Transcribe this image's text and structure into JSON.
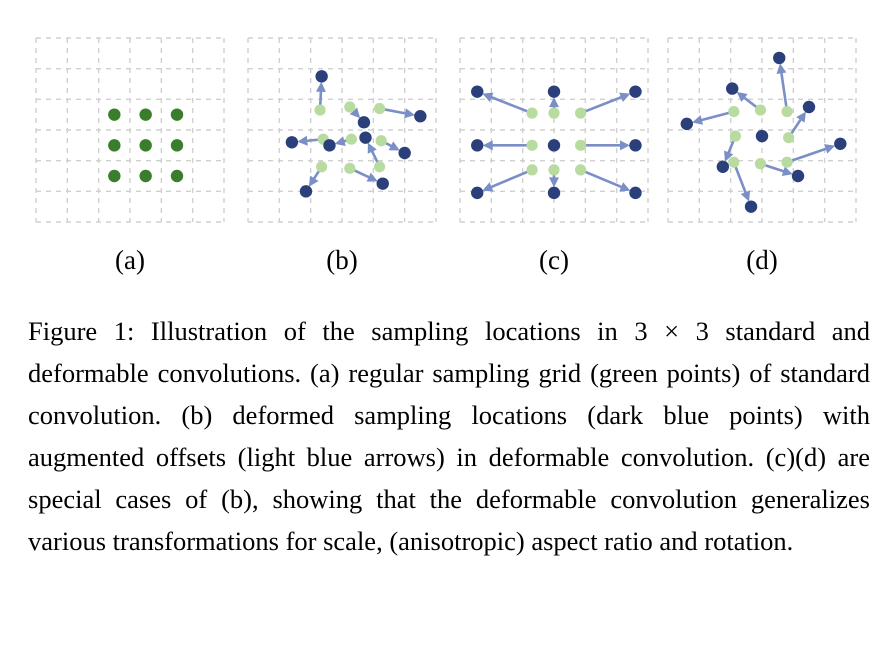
{
  "figure": {
    "number": "Figure 1",
    "caption": "Figure 1:  Illustration of the sampling locations in 3 × 3 standard and deformable convolutions.  (a) regular sampling grid (green points) of standard convolution. (b) deformed sampling locations (dark blue points) with augmented offsets (light blue arrows) in deformable convolution.  (c)(d) are special cases of (b), showing that the deformable convolution generalizes various transformations for scale, (anisotropic) aspect ratio and rotation.",
    "labels": {
      "a": "(a)",
      "b": "(b)",
      "c": "(c)",
      "d": "(d)"
    }
  },
  "colors": {
    "grid_line": "#d0d0d0",
    "green_point_dark": "#3a7d2c",
    "green_point_light": "#b8dba0",
    "blue_point": "#2b3f7a",
    "arrow": "#7b8fc7",
    "arrow_light": "#a8b9de",
    "text": "#000000",
    "background": "#ffffff"
  },
  "chart_data": {
    "type": "scatter",
    "title": "Illustration of the sampling locations in 3 × 3 standard and deformable convolutions",
    "grid": {
      "cols": 6,
      "rows": 6,
      "cell": 31,
      "show": true,
      "style": "dashed"
    },
    "panels": [
      {
        "id": "a",
        "label": "(a)",
        "description": "regular sampling grid (green points) of standard convolution",
        "green_points": [
          {
            "x": 2.5,
            "y": 2.5
          },
          {
            "x": 3.5,
            "y": 2.5
          },
          {
            "x": 4.5,
            "y": 2.5
          },
          {
            "x": 2.5,
            "y": 3.5
          },
          {
            "x": 3.5,
            "y": 3.5
          },
          {
            "x": 4.5,
            "y": 3.5
          },
          {
            "x": 2.5,
            "y": 4.5
          },
          {
            "x": 3.5,
            "y": 4.5
          },
          {
            "x": 4.5,
            "y": 4.5
          }
        ],
        "green_style": "dark",
        "blue_points": [],
        "arrows": []
      },
      {
        "id": "b",
        "label": "(b)",
        "description": "deformed sampling locations (dark blue points) with augmented offsets (light blue arrows) in deformable convolution",
        "green_style": "light",
        "green_points": [
          {
            "x": 2.3,
            "y": 2.35
          },
          {
            "x": 3.25,
            "y": 2.25
          },
          {
            "x": 4.2,
            "y": 2.3
          },
          {
            "x": 2.4,
            "y": 3.3
          },
          {
            "x": 3.3,
            "y": 3.3
          },
          {
            "x": 4.25,
            "y": 3.35
          },
          {
            "x": 2.35,
            "y": 4.2
          },
          {
            "x": 3.25,
            "y": 4.25
          },
          {
            "x": 4.2,
            "y": 4.2
          }
        ],
        "arrows": [
          {
            "x1": 2.3,
            "y1": 2.35,
            "x2": 2.35,
            "y2": 1.25
          },
          {
            "x1": 3.25,
            "y1": 2.25,
            "x2": 3.7,
            "y2": 2.75
          },
          {
            "x1": 4.2,
            "y1": 2.3,
            "x2": 5.5,
            "y2": 2.55
          },
          {
            "x1": 2.4,
            "y1": 3.3,
            "x2": 1.4,
            "y2": 3.4
          },
          {
            "x1": 3.3,
            "y1": 3.3,
            "x2": 2.6,
            "y2": 3.5
          },
          {
            "x1": 4.25,
            "y1": 3.35,
            "x2": 5.0,
            "y2": 3.75
          },
          {
            "x1": 2.35,
            "y1": 4.2,
            "x2": 1.85,
            "y2": 5.0
          },
          {
            "x1": 3.25,
            "y1": 4.25,
            "x2": 4.3,
            "y2": 4.75
          },
          {
            "x1": 4.2,
            "y1": 4.2,
            "x2": 3.75,
            "y2": 3.25
          }
        ],
        "blue_points": [
          {
            "x": 2.35,
            "y": 1.25
          },
          {
            "x": 3.7,
            "y": 2.75
          },
          {
            "x": 5.5,
            "y": 2.55
          },
          {
            "x": 1.4,
            "y": 3.4
          },
          {
            "x": 2.6,
            "y": 3.5
          },
          {
            "x": 5.0,
            "y": 3.75
          },
          {
            "x": 1.85,
            "y": 5.0
          },
          {
            "x": 4.3,
            "y": 4.75
          },
          {
            "x": 3.75,
            "y": 3.25
          }
        ]
      },
      {
        "id": "c",
        "label": "(c)",
        "description": "special case of (b) showing scale / dilation transformation",
        "green_style": "light",
        "green_points": [
          {
            "x": 2.3,
            "y": 2.45
          },
          {
            "x": 3.0,
            "y": 2.45
          },
          {
            "x": 3.85,
            "y": 2.45
          },
          {
            "x": 2.3,
            "y": 3.5
          },
          {
            "x": 3.0,
            "y": 3.5
          },
          {
            "x": 3.85,
            "y": 3.5
          },
          {
            "x": 2.3,
            "y": 4.3
          },
          {
            "x": 3.0,
            "y": 4.3
          },
          {
            "x": 3.85,
            "y": 4.3
          }
        ],
        "arrows": [
          {
            "x1": 2.3,
            "y1": 2.45,
            "x2": 0.55,
            "y2": 1.75
          },
          {
            "x1": 3.0,
            "y1": 2.45,
            "x2": 3.0,
            "y2": 1.75
          },
          {
            "x1": 3.85,
            "y1": 2.45,
            "x2": 5.6,
            "y2": 1.75
          },
          {
            "x1": 2.3,
            "y1": 3.5,
            "x2": 0.55,
            "y2": 3.5
          },
          {
            "x1": 3.85,
            "y1": 3.5,
            "x2": 5.6,
            "y2": 3.5
          },
          {
            "x1": 2.3,
            "y1": 4.3,
            "x2": 0.55,
            "y2": 5.05
          },
          {
            "x1": 3.0,
            "y1": 4.3,
            "x2": 3.0,
            "y2": 5.05
          },
          {
            "x1": 3.85,
            "y1": 4.3,
            "x2": 5.6,
            "y2": 5.05
          }
        ],
        "blue_points": [
          {
            "x": 0.55,
            "y": 1.75
          },
          {
            "x": 3.0,
            "y": 1.75
          },
          {
            "x": 5.6,
            "y": 1.75
          },
          {
            "x": 0.55,
            "y": 3.5
          },
          {
            "x": 3.0,
            "y": 3.5
          },
          {
            "x": 5.6,
            "y": 3.5
          },
          {
            "x": 0.55,
            "y": 5.05
          },
          {
            "x": 3.0,
            "y": 5.05
          },
          {
            "x": 5.6,
            "y": 5.05
          }
        ]
      },
      {
        "id": "d",
        "label": "(d)",
        "description": "special case of (b) showing rotation transformation",
        "green_style": "light",
        "green_points": [
          {
            "x": 2.1,
            "y": 2.4
          },
          {
            "x": 2.95,
            "y": 2.35
          },
          {
            "x": 3.8,
            "y": 2.4
          },
          {
            "x": 2.15,
            "y": 3.2
          },
          {
            "x": 3.0,
            "y": 3.2
          },
          {
            "x": 3.85,
            "y": 3.25
          },
          {
            "x": 2.1,
            "y": 4.05
          },
          {
            "x": 2.95,
            "y": 4.1
          },
          {
            "x": 3.8,
            "y": 4.05
          }
        ],
        "arrows": [
          {
            "x1": 2.1,
            "y1": 2.4,
            "x2": 0.6,
            "y2": 2.8
          },
          {
            "x1": 2.95,
            "y1": 2.35,
            "x2": 2.05,
            "y2": 1.65
          },
          {
            "x1": 3.8,
            "y1": 2.4,
            "x2": 3.55,
            "y2": 0.65
          },
          {
            "x1": 3.85,
            "y1": 3.25,
            "x2": 4.5,
            "y2": 2.25
          },
          {
            "x1": 2.15,
            "y1": 3.2,
            "x2": 1.75,
            "y2": 4.2
          },
          {
            "x1": 2.1,
            "y1": 4.05,
            "x2": 2.65,
            "y2": 5.5
          },
          {
            "x1": 2.95,
            "y1": 4.1,
            "x2": 4.15,
            "y2": 4.5
          },
          {
            "x1": 3.8,
            "y1": 4.05,
            "x2": 5.5,
            "y2": 3.45
          }
        ],
        "blue_points": [
          {
            "x": 0.6,
            "y": 2.8
          },
          {
            "x": 2.05,
            "y": 1.65
          },
          {
            "x": 3.55,
            "y": 0.65
          },
          {
            "x": 4.5,
            "y": 2.25
          },
          {
            "x": 1.75,
            "y": 4.2
          },
          {
            "x": 2.65,
            "y": 5.5
          },
          {
            "x": 4.15,
            "y": 4.5
          },
          {
            "x": 5.5,
            "y": 3.45
          },
          {
            "x": 3.0,
            "y": 3.2
          }
        ]
      }
    ]
  }
}
